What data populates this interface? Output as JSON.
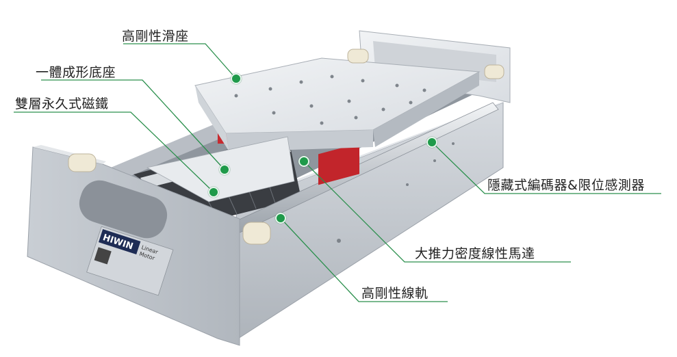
{
  "callouts": [
    {
      "id": "slide",
      "text": "高剛性滑座"
    },
    {
      "id": "base",
      "text": "一體成形底座"
    },
    {
      "id": "magnet",
      "text": "雙層永久式磁鐵"
    },
    {
      "id": "encoder",
      "text": "隱藏式編碼器&限位感測器"
    },
    {
      "id": "motor",
      "text": "大推力密度線性馬達"
    },
    {
      "id": "rail",
      "text": "高剛性線軌"
    }
  ],
  "product_plate": {
    "brand": "HIWIN",
    "line1": "Linear",
    "line2": "Motor"
  },
  "colors": {
    "accent_green": "#1f9a4a",
    "leader": "#2a8f4c",
    "body": "#c7ccd2",
    "slide": "#e7eaee"
  }
}
